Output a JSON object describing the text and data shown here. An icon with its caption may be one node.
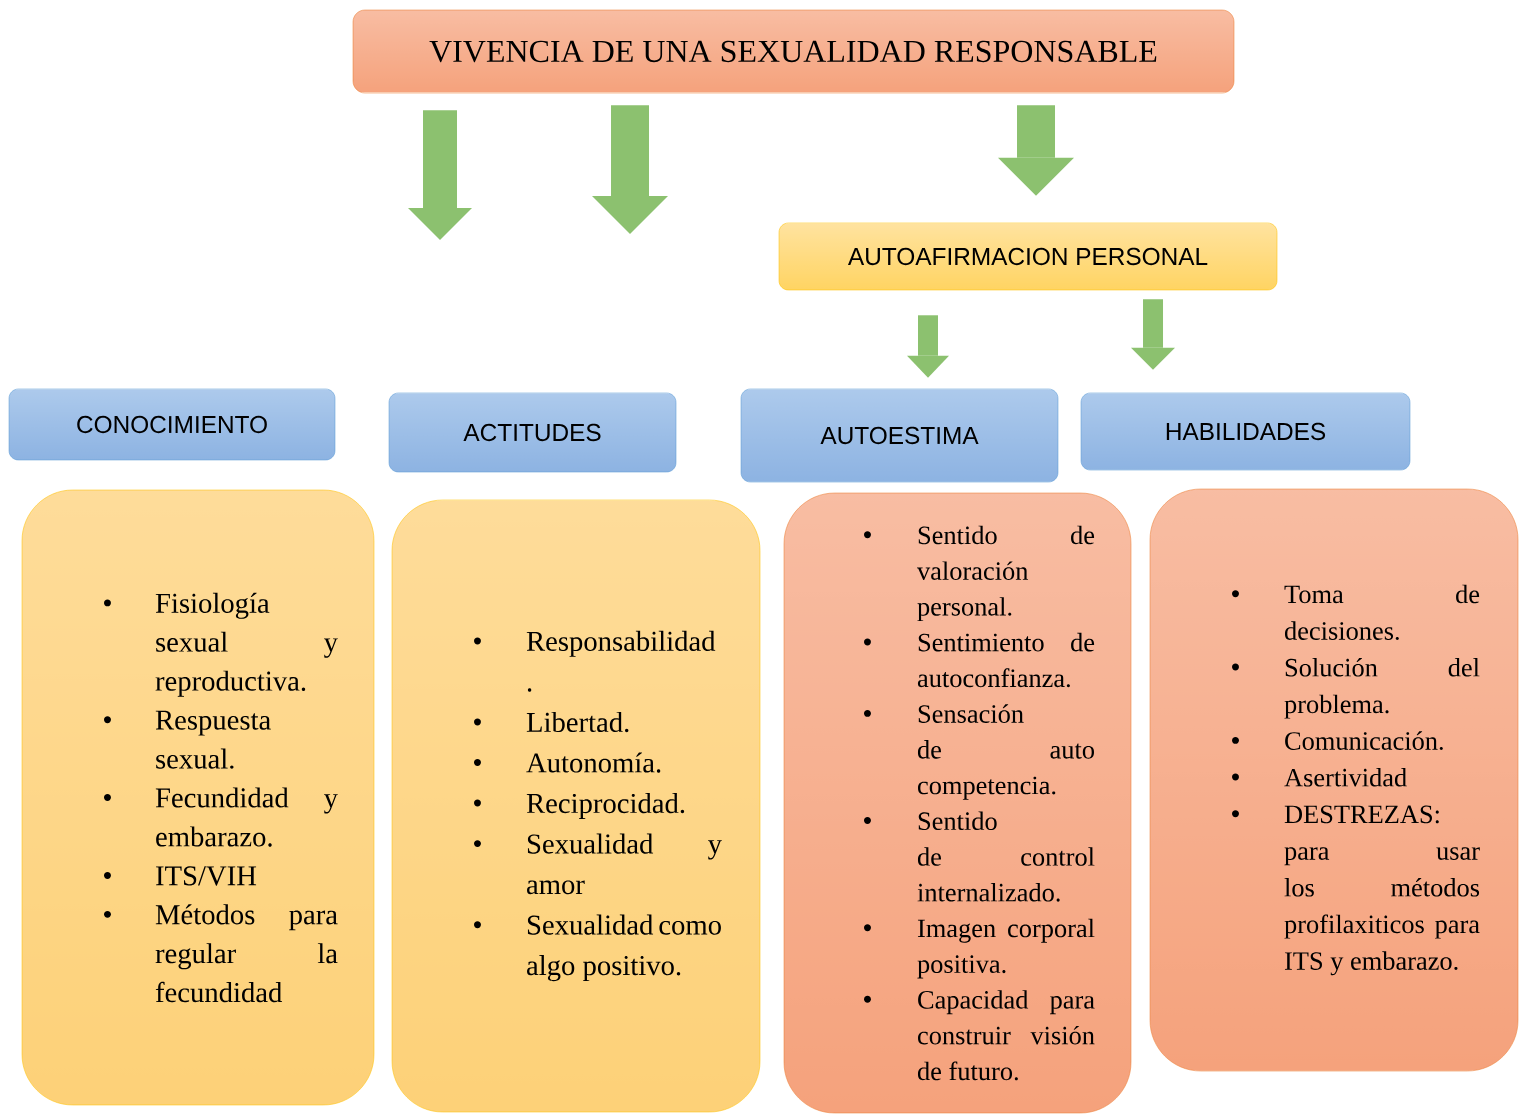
{
  "diagram": {
    "nodes": [
      {
        "text": [
          "VIVENCIA DE UNA SEXUALIDAD RESPONSABLE"
        ]
      },
      {
        "text": [
          "AUTOAFIRMACION PERSONAL"
        ]
      },
      {
        "text": [
          "CONOCIMIENTO"
        ]
      },
      {
        "text": [
          "ACTITUDES"
        ]
      },
      {
        "text": [
          "AUTOESTIMA"
        ]
      },
      {
        "text": [
          "HABILIDADES"
        ]
      },
      {
        "text": [
          "Fisiología sexual y reproductiva.",
          "Respuesta sexual.",
          "Fecundidad y embarazo.",
          "ITS/VIH",
          "Métodos para regular la fecundidad"
        ]
      },
      {
        "text": [
          "Responsabilidad .",
          "Libertad.",
          "Autonomía.",
          "Reciprocidad.",
          "Sexualidad y amor",
          "Sexualidad como algo positivo."
        ]
      },
      {
        "text": [
          "Sentido de valoración personal.",
          "Sentimiento de autoconfianza.",
          "Sensación de auto competencia.",
          "Sentido de control internalizado.",
          "Imagen corporal positiva.",
          "Capacidad para construir visión de futuro."
        ]
      },
      {
        "text": [
          "Toma de decisiones.",
          "Solución del problema.",
          "Comunicación.",
          "Asertividad",
          "DESTREZAS: para usar los métodos profilaxiticos para ITS y embarazo."
        ]
      }
    ],
    "edges": [
      {
        "from": 0,
        "to": null,
        "arrow": "to"
      },
      {
        "from": 0,
        "to": null,
        "arrow": "to"
      },
      {
        "from": 0,
        "to": 1,
        "arrow": "to"
      },
      {
        "from": 1,
        "to": 4,
        "arrow": "to"
      },
      {
        "from": 1,
        "to": 5,
        "arrow": "to"
      }
    ]
  }
}
